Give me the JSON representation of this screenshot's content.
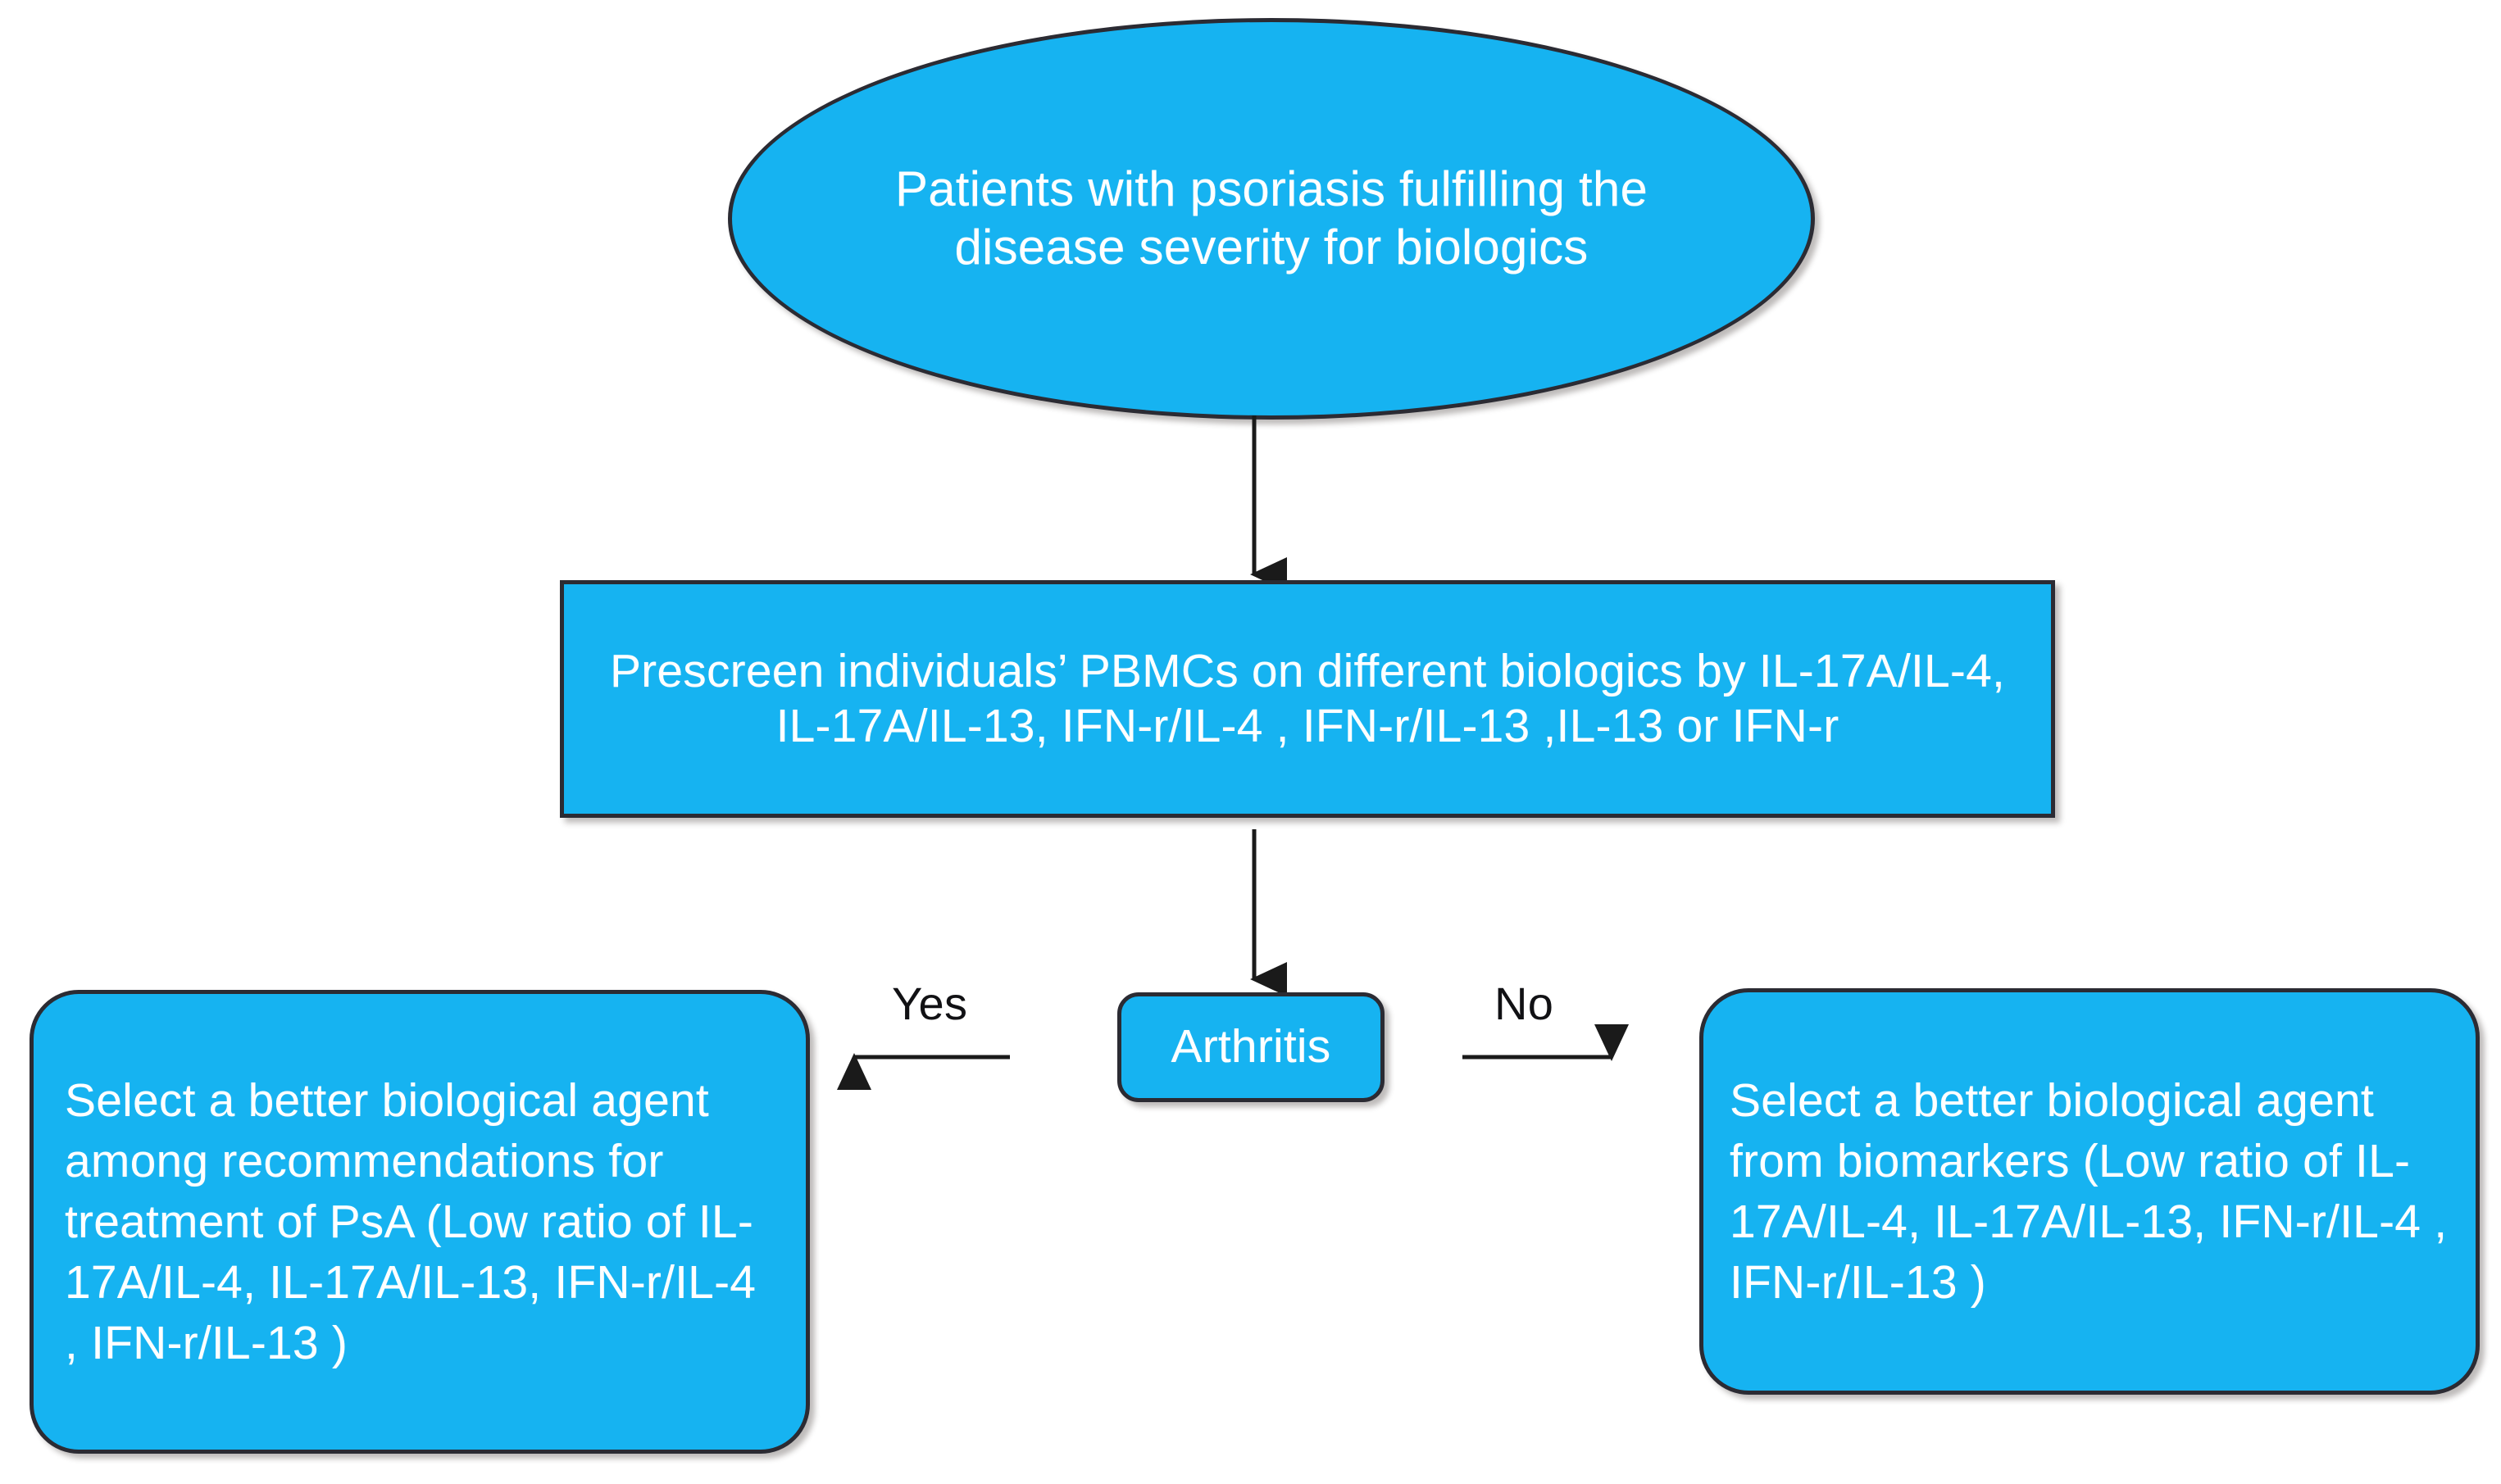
{
  "diagram": {
    "title": "Psoriasis biologics selection flowchart",
    "colors": {
      "node_fill": "#16B3F1",
      "node_border": "#2b2b33",
      "node_text": "#ffffff",
      "label_text": "#111114",
      "connector": "#1a1a1a",
      "background": "#ffffff"
    },
    "nodes": {
      "start": {
        "shape": "ellipse",
        "text": "Patients  with psoriasis fulfilling the disease severity for biologics",
        "lines": [
          "Patients  with psoriasis",
          "fulfilling the disease severity",
          "for biologics"
        ]
      },
      "prescreen": {
        "shape": "rectangle",
        "text": "Prescreen individuals’ PBMCs on different biologics by IL-17A/IL-4, IL-17A/IL-13, IFN-r/IL-4 , IFN-r/IL-13 ,IL-13 or IFN-r",
        "lines": [
          "Prescreen individuals’ PBMCs on different biologics by IL-",
          "17A/IL-4, IL-17A/IL-13, IFN-r/IL-4 , IFN-r/IL-13 ,IL-13 or",
          "IFN-r"
        ]
      },
      "arthritis": {
        "shape": "rounded-rectangle",
        "text": "Arthritis"
      },
      "outcome_psa": {
        "shape": "rounded-rectangle",
        "text": "Select a better biological agent among recommendations for treatment of PsA (Low ratio of IL-17A/IL-4, IL-17A/IL-13, IFN-r/IL-4 , IFN-r/IL-13 )",
        "lines": [
          "Select a better biological",
          "agent among",
          "recommendations for",
          "treatment of PsA (Low ratio",
          "of IL-17A/IL-4, IL-17A/IL-13,",
          "IFN-r/IL-4 , IFN-r/IL-13 )"
        ]
      },
      "outcome_biomarkers": {
        "shape": "rounded-rectangle",
        "text": "Select a better biological agent from biomarkers (Low ratio of IL-17A/IL-4, IL-17A/IL-13, IFN-r/IL-4 , IFN-r/IL-13 )",
        "lines": [
          "Select a better biological",
          "agent from biomarkers (Low",
          "ratio of IL-17A/IL-4, IL-",
          "17A/IL-13, IFN-r/IL-4 , IFN-",
          "r/IL-13 )"
        ]
      }
    },
    "edges": {
      "start_to_prescreen": {
        "label": "",
        "direction": "down"
      },
      "prescreen_to_arthritis": {
        "label": "",
        "direction": "down"
      },
      "arthritis_to_psa": {
        "label": "Yes",
        "direction": "left"
      },
      "arthritis_to_biomarkers": {
        "label": "No",
        "direction": "right"
      }
    }
  }
}
